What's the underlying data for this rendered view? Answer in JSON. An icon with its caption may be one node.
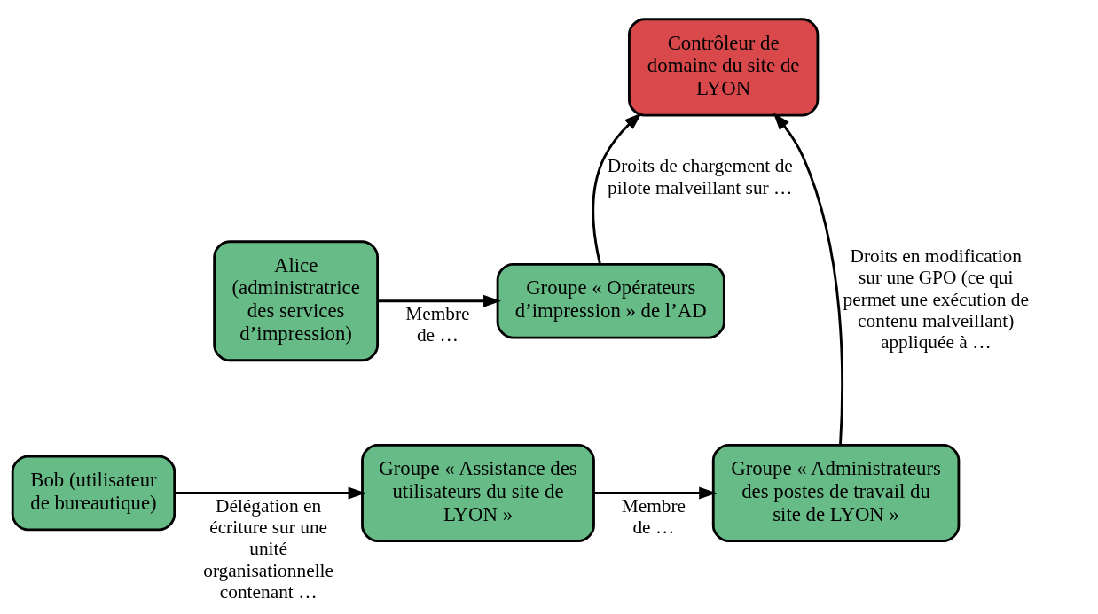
{
  "diagram": {
    "nodes": [
      {
        "text": [
          "Contrôleur de domaine du site de LYON"
        ]
      },
      {
        "text": [
          "Alice (administratrice des services d’impression)"
        ]
      },
      {
        "text": [
          "Groupe « Opérateurs d’impression » de l’AD"
        ]
      },
      {
        "text": [
          "Bob (utilisateur de bureautique)"
        ]
      },
      {
        "text": [
          "Groupe « Assistance des utilisateurs du site de LYON »"
        ]
      },
      {
        "text": [
          "Groupe « Administrateurs des postes de travail du site de LYON »"
        ]
      }
    ],
    "edges": [
      {
        "from": 1,
        "to": 2,
        "arrow": "to",
        "label": "Membre de …"
      },
      {
        "from": 2,
        "to": 0,
        "arrow": "to",
        "label": "Droits de chargement de pilote malveillant sur …"
      },
      {
        "from": 3,
        "to": 4,
        "arrow": "to",
        "label": "Délégation en écriture sur une unité organisationnelle contenant …"
      },
      {
        "from": 4,
        "to": 5,
        "arrow": "to",
        "label": "Membre de …"
      },
      {
        "from": 5,
        "to": 0,
        "arrow": "to",
        "label": "Droits en modification sur une GPO (ce qui permet une exécution de contenu malveillant) appliquée à …"
      }
    ]
  }
}
